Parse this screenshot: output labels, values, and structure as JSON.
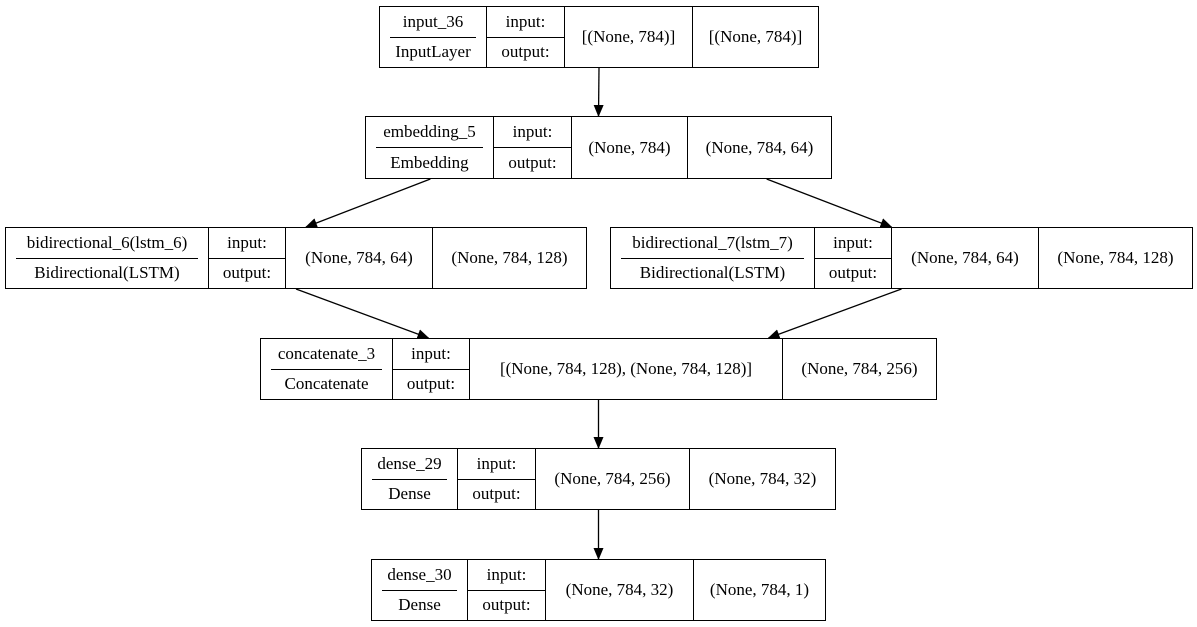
{
  "labels": {
    "input": "input:",
    "output": "output:"
  },
  "nodes": [
    {
      "id": "input_36",
      "name": "input_36",
      "type": "InputLayer",
      "input_shape": "[(None, 784)]",
      "output_shape": "[(None, 784)]"
    },
    {
      "id": "embedding_5",
      "name": "embedding_5",
      "type": "Embedding",
      "input_shape": "(None, 784)",
      "output_shape": "(None, 784, 64)"
    },
    {
      "id": "bidirectional_6",
      "name": "bidirectional_6(lstm_6)",
      "type": "Bidirectional(LSTM)",
      "input_shape": "(None, 784, 64)",
      "output_shape": "(None, 784, 128)"
    },
    {
      "id": "bidirectional_7",
      "name": "bidirectional_7(lstm_7)",
      "type": "Bidirectional(LSTM)",
      "input_shape": "(None, 784, 64)",
      "output_shape": "(None, 784, 128)"
    },
    {
      "id": "concatenate_3",
      "name": "concatenate_3",
      "type": "Concatenate",
      "input_shape": "[(None, 784, 128), (None, 784, 128)]",
      "output_shape": "(None, 784, 256)"
    },
    {
      "id": "dense_29",
      "name": "dense_29",
      "type": "Dense",
      "input_shape": "(None, 784, 256)",
      "output_shape": "(None, 784, 32)"
    },
    {
      "id": "dense_30",
      "name": "dense_30",
      "type": "Dense",
      "input_shape": "(None, 784, 32)",
      "output_shape": "(None, 784, 1)"
    }
  ],
  "edges": [
    {
      "from": "input_36",
      "to": "embedding_5"
    },
    {
      "from": "embedding_5",
      "to": "bidirectional_6"
    },
    {
      "from": "embedding_5",
      "to": "bidirectional_7"
    },
    {
      "from": "bidirectional_6",
      "to": "concatenate_3"
    },
    {
      "from": "bidirectional_7",
      "to": "concatenate_3"
    },
    {
      "from": "concatenate_3",
      "to": "dense_29"
    },
    {
      "from": "dense_29",
      "to": "dense_30"
    }
  ]
}
